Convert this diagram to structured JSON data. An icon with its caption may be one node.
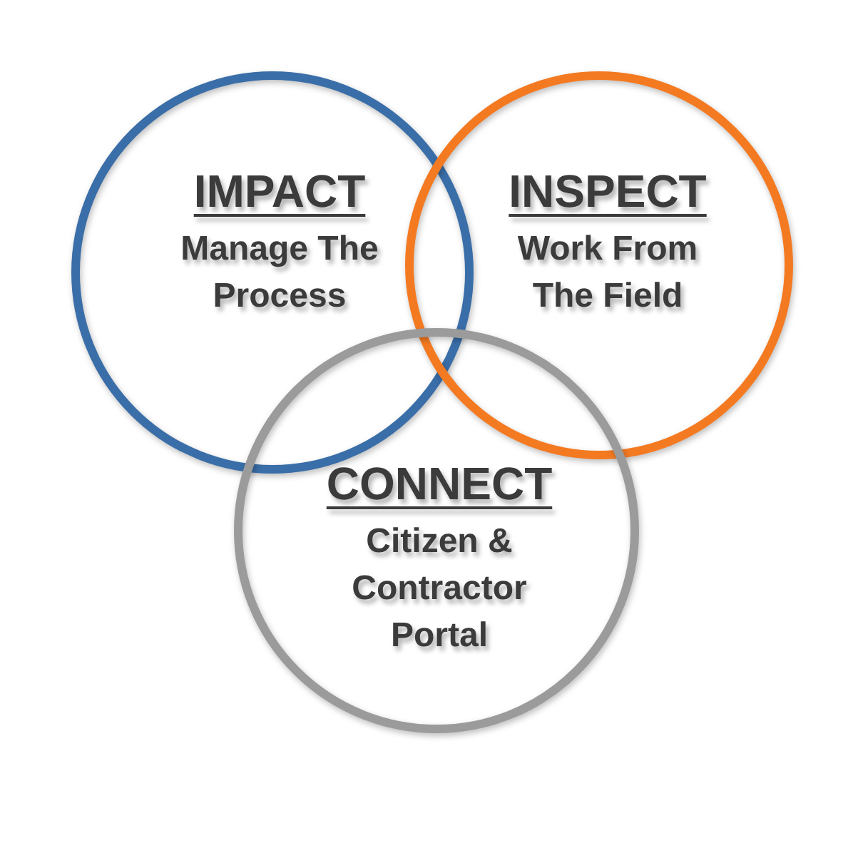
{
  "diagram": {
    "nodes": [
      {
        "text": [
          "IMPACT",
          "Manage The Process"
        ]
      },
      {
        "text": [
          "INSPECT",
          "Work From The Field"
        ]
      },
      {
        "text": [
          "CONNECT",
          "Citizen & Contractor Portal"
        ]
      }
    ]
  }
}
